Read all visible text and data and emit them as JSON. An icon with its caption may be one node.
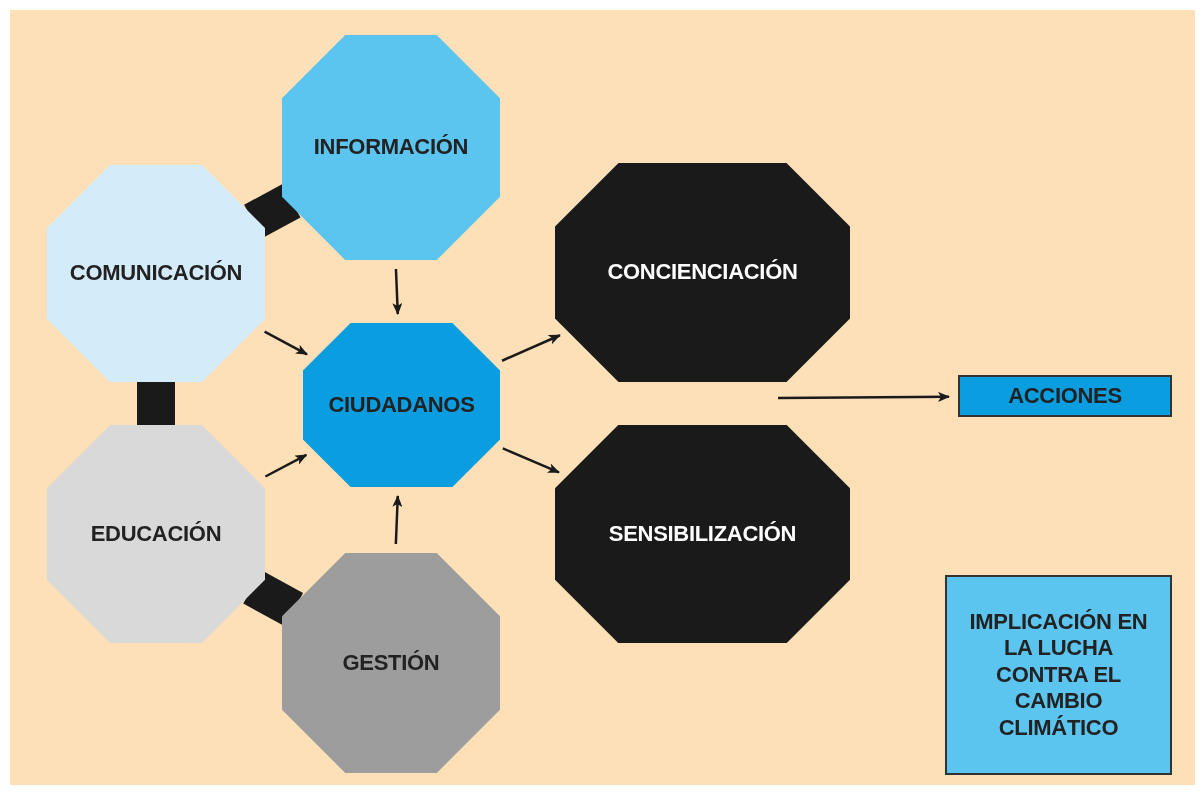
{
  "diagram": {
    "nodes": [
      {
        "text": [
          "INFORMACIÓN"
        ]
      },
      {
        "text": [
          "COMUNICACIÓN"
        ]
      },
      {
        "text": [
          "CONCIENCIACIÓN"
        ]
      },
      {
        "text": [
          "CIUDADANOS"
        ]
      },
      {
        "text": [
          "ACCIONES"
        ]
      },
      {
        "text": [
          "EDUCACIÓN"
        ]
      },
      {
        "text": [
          "SENSIBILIZACIÓN"
        ]
      },
      {
        "text": [
          "IMPLICACIÓN EN LA LUCHA CONTRA EL CAMBIO CLIMÁTICO"
        ]
      },
      {
        "text": [
          "GESTIÓN"
        ]
      }
    ],
    "edges": [
      {
        "from": 1,
        "to": 0,
        "arrow": "none",
        "style": "thick"
      },
      {
        "from": 1,
        "to": 5,
        "arrow": "none",
        "style": "thick"
      },
      {
        "from": 5,
        "to": 8,
        "arrow": "none",
        "style": "thick"
      },
      {
        "from": 0,
        "to": 3,
        "arrow": "to"
      },
      {
        "from": 1,
        "to": 3,
        "arrow": "to"
      },
      {
        "from": 5,
        "to": 3,
        "arrow": "to"
      },
      {
        "from": 8,
        "to": 3,
        "arrow": "to"
      },
      {
        "from": 3,
        "to": 2,
        "arrow": "to"
      },
      {
        "from": 3,
        "to": 6,
        "arrow": "to"
      },
      {
        "from": null,
        "to": 4,
        "arrow": "to"
      }
    ]
  }
}
